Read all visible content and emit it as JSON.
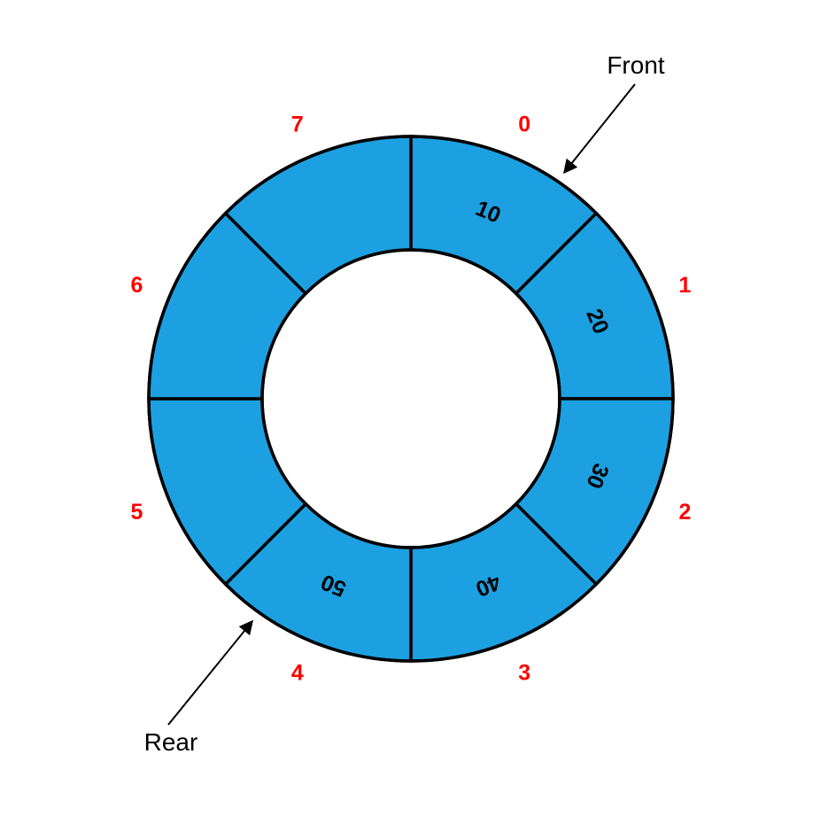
{
  "queue": {
    "slots": [
      {
        "index": "0",
        "value": "10"
      },
      {
        "index": "1",
        "value": "20"
      },
      {
        "index": "2",
        "value": "30"
      },
      {
        "index": "3",
        "value": "40"
      },
      {
        "index": "4",
        "value": "50"
      },
      {
        "index": "5",
        "value": ""
      },
      {
        "index": "6",
        "value": ""
      },
      {
        "index": "7",
        "value": ""
      }
    ],
    "front_label": "Front",
    "rear_label": "Rear"
  },
  "colors": {
    "slot_fill": "#1ca0e1",
    "index_color": "#ff0000",
    "stroke": "#000000"
  }
}
